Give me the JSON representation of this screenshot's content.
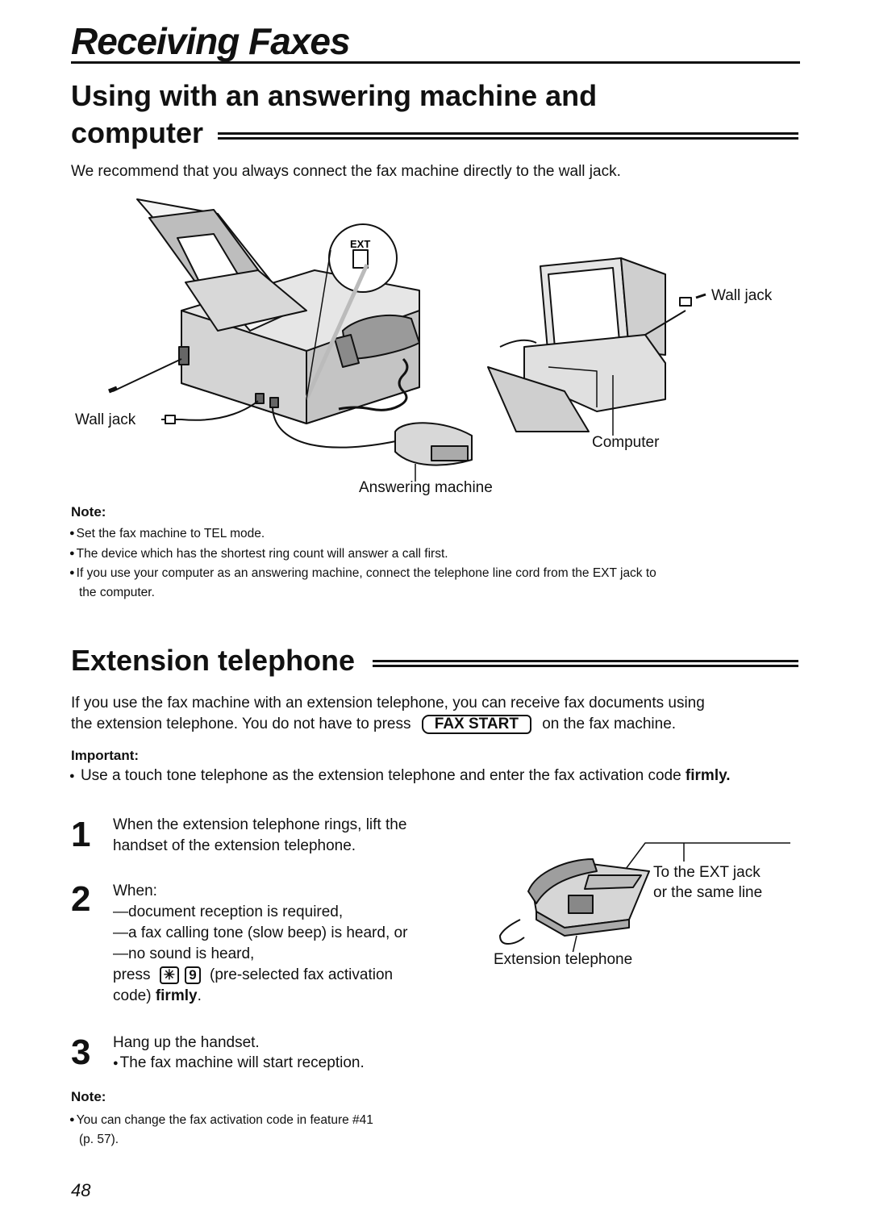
{
  "page_title": "Receiving Faxes",
  "section1": {
    "heading_line1": "Using with an answering machine and",
    "heading_line2": "computer",
    "intro": "We recommend that you always connect the fax machine directly to the wall jack.",
    "diagram_labels": {
      "ext": "EXT",
      "wall_jack_right": "Wall jack",
      "wall_jack_left": "Wall jack",
      "computer": "Computer",
      "answering_machine": "Answering machine"
    },
    "note_label": "Note:",
    "notes": [
      "Set the fax machine to TEL mode.",
      "The device which has the shortest ring count will answer a call first.",
      "If you use your computer as an answering machine, connect the telephone line cord from the EXT jack to",
      "the computer."
    ]
  },
  "section2": {
    "heading": "Extension telephone",
    "intro_line1": "If you use the fax machine with an extension telephone, you can receive fax documents using",
    "intro_line2_pre": "the extension telephone. You do not have to press",
    "fax_start_key": "FAX START",
    "intro_line2_post": "on the fax machine.",
    "important_label": "Important:",
    "important_pre": "Use a touch tone telephone as the extension telephone and enter the fax activation code",
    "important_bold": "firmly.",
    "steps": {
      "s1_num": "1",
      "s1_line1": "When the extension telephone rings, lift the",
      "s1_line2": "handset of the extension telephone.",
      "s2_num": "2",
      "s2_line1": "When:",
      "s2_line2": "—document reception is required,",
      "s2_line3": "—a fax calling tone (slow beep) is heard, or",
      "s2_line4": "—no sound is heard,",
      "s2_press": "press",
      "s2_key1": "✳",
      "s2_key2": "9",
      "s2_after": "(pre-selected fax activation",
      "s2_code": "code)",
      "s2_firmly": "firmly",
      "s2_period": ".",
      "s3_num": "3",
      "s3_line1": "Hang up the handset.",
      "s3_line2": "The fax machine will start reception."
    },
    "diagram_labels": {
      "ext_jack_line1": "To the EXT jack",
      "ext_jack_line2": "or the same line",
      "extension_telephone": "Extension telephone"
    },
    "note_label": "Note:",
    "note_line1": "You can change the fax activation code in feature #41",
    "note_line2": "(p. 57)."
  },
  "page_number": "48"
}
